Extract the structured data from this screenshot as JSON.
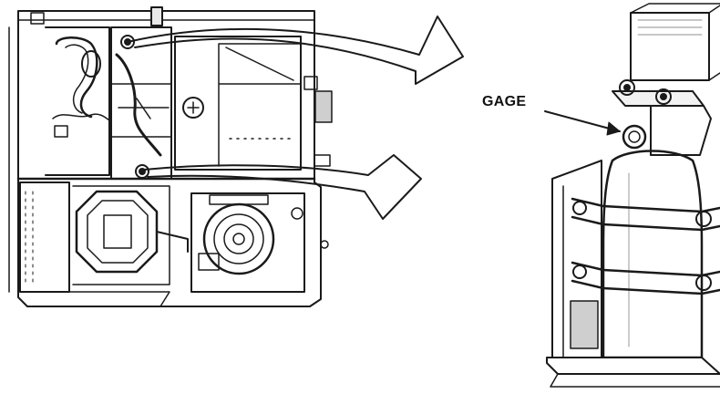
{
  "figure": {
    "callout_label": "GAGE",
    "ink_color": "#1a1a1a",
    "paper_color": "#ffffff",
    "subjects": [
      "equipment-top-view",
      "extinguisher-cylinder-detail"
    ]
  }
}
